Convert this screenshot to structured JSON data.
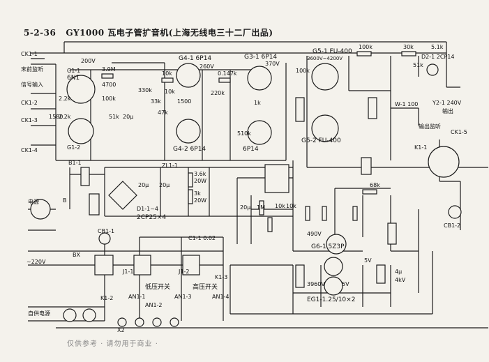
{
  "figure": {
    "number": "5-2-36",
    "title": "GY1000 瓦电子管扩音机(上海无线电三十二厂出品)"
  },
  "left_labels": {
    "ck11": "CK1-1",
    "monitor_front": "末前监听",
    "signal_input": "信号输入",
    "ck12": "CK1-2",
    "ck13": "CK1-3",
    "ck14": "CK1-4",
    "mains": "电源",
    "ac220": "~220V",
    "self_supply": "自供电源"
  },
  "tubes": {
    "g11": "G1-1",
    "g11_type": "6N1",
    "g12": "G1-2",
    "g41_label": "G4-1 6P14",
    "g42_label": "G4-2 6P14",
    "g31_label": "G3-1 6P14",
    "g32_label": "6P14",
    "g51_label": "G5-1 FU-400",
    "g52_label": "G5-2 FU-400",
    "g61_label": "G6-1 5Z3P",
    "gy1_label": "EG1-1.25/10×2"
  },
  "components": {
    "r_100k_top": "100k",
    "r_30k": "30k",
    "r_51k_top": "5.1k",
    "d_2cp14": "D2-1 2CP14",
    "r_51k": "51k",
    "v_200": "200V",
    "r_39m": "3.9M",
    "c_4700": "4700",
    "r_100k_a": "100k",
    "r_10k_a": "10k",
    "r_330k": "330k",
    "r_33k": "33k",
    "c_1500": "1500",
    "r_47k": "47k",
    "r_10k_b": "10k",
    "v_260": "260V",
    "r_0147k": "0.147k",
    "r_220k": "220k",
    "v_370": "370V",
    "r_100k_b": "100k",
    "v_3600": "3600V~4200V",
    "r_510k": "510k",
    "r_1k": "1k",
    "r_22k": "2.2k",
    "r_22k_b": "2.2k",
    "r_51k_b": "51k",
    "c_20u": "20μ",
    "r_1580": "1580",
    "w_100": "W-1 100",
    "y_240v": "Y2-1 240V",
    "output": "输出",
    "out_monitor": "输出监听",
    "ck15": "CK1-5",
    "cb_note": "CB1-2",
    "k11": "K1-1",
    "b11": "B1-1",
    "zl11": "ZL1-1",
    "r_36k": "3.6k",
    "w_20": "20W",
    "r_3k": "3k",
    "w_20b": "20W",
    "c_20u_b": "20μ",
    "c_20u_c": "20μ",
    "diode": "D1-1~4",
    "diode_type": "2CP25×4",
    "r_2m": "20μ",
    "r_1m": "1M",
    "r_10k_c": "10k",
    "r_10k_d": "10k",
    "v_490": "490V",
    "r_68k": "68k",
    "c_4u": "4μ",
    "v_4k": "4kV",
    "v_3960": "3960V",
    "v_5": "5V",
    "v_5b": "5V",
    "bx": "BX",
    "cb11": "CB1-1",
    "c_02": "C1-1 0.02",
    "j11": "J1-1",
    "j12": "J1-2",
    "low_v_switch": "低压开关",
    "high_v_switch": "高压开关",
    "an11": "AN1-1",
    "an12": "AN1-2",
    "an13": "AN1-3",
    "an14": "AN1-4",
    "k12": "K1-2",
    "k13": "K1-3",
    "xz": "X2",
    "b_label": "B"
  },
  "footer_note": "仅供参考 · 请勿用于商业 ·"
}
